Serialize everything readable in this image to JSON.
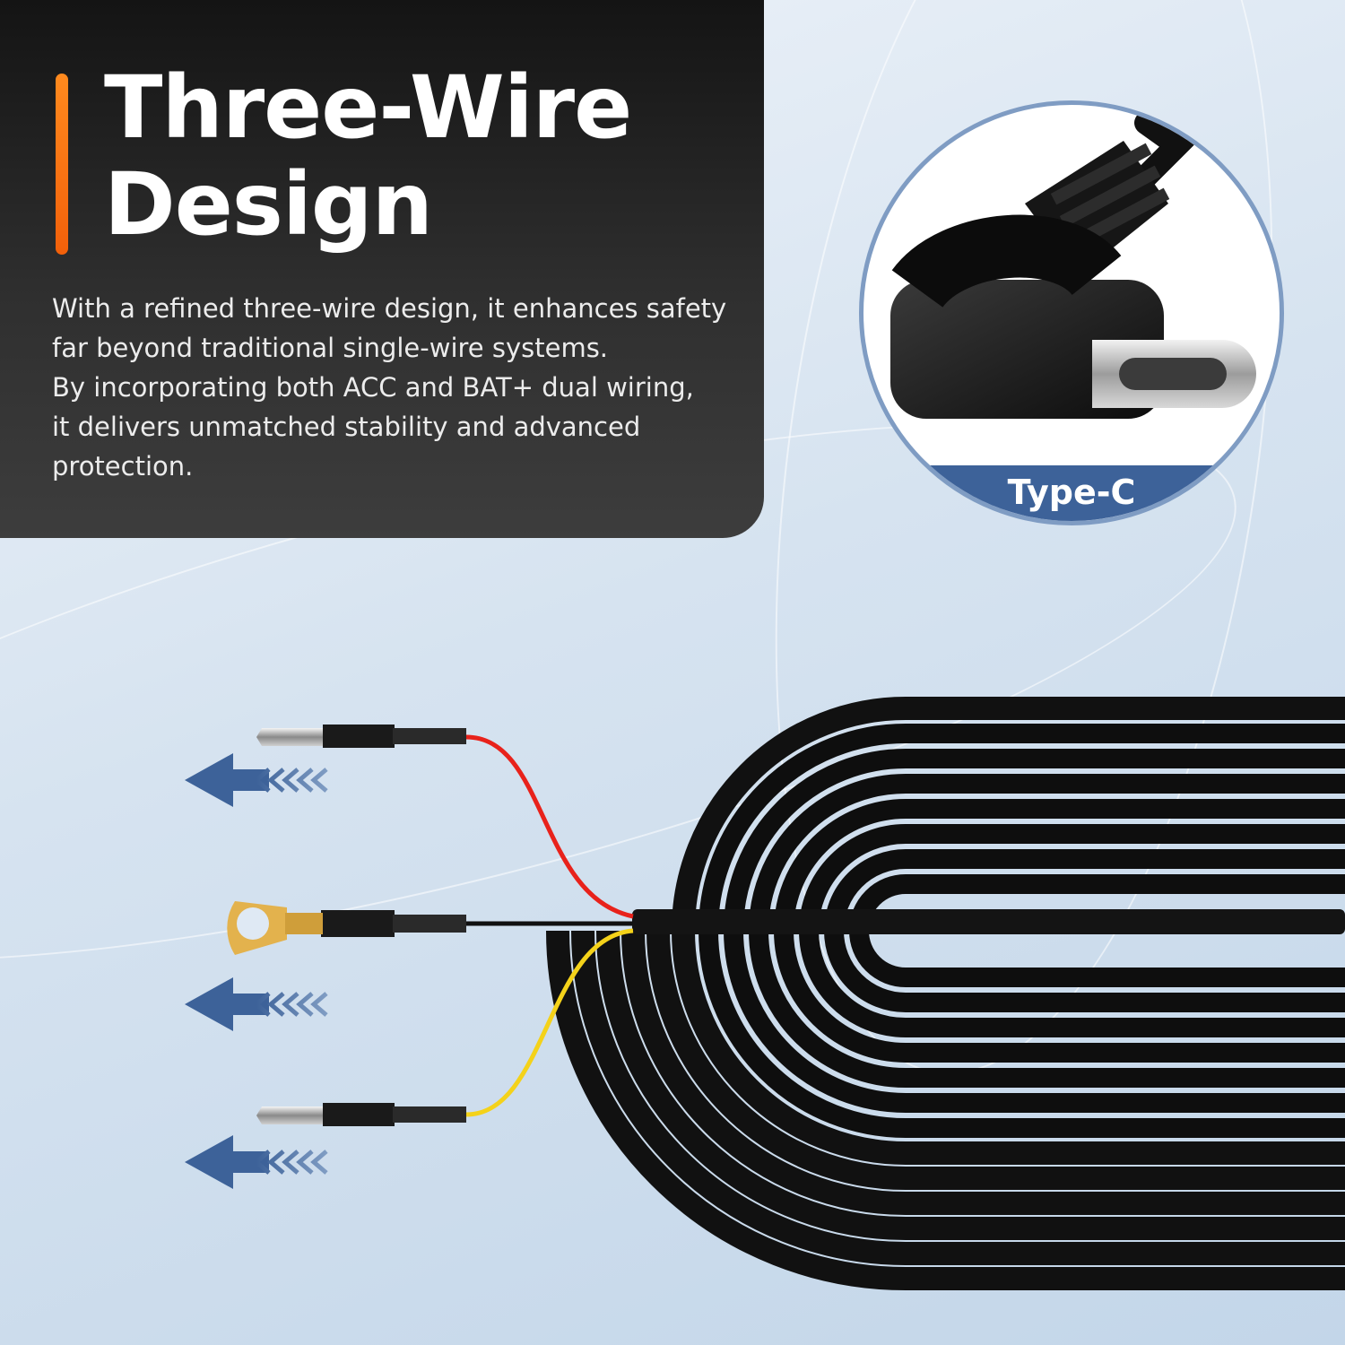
{
  "headline": {
    "line1": "Three-Wire",
    "line2": "Design"
  },
  "description": {
    "lines": [
      "With a refined three-wire design, it enhances safety",
      "far beyond traditional single-wire systems.",
      "By incorporating both ACC and BAT+ dual wiring,",
      "it delivers unmatched stability and advanced",
      "protection."
    ]
  },
  "callout": {
    "label": "Type-C"
  },
  "colors": {
    "accent": "#f2600a",
    "panel": "#2a2a2a",
    "callout_band": "#3d6299",
    "arrow": "#3d6299",
    "wire_red": "#e8221b",
    "wire_yellow": "#f4d21a",
    "wire_black": "#111111"
  },
  "icons": [
    "left-arrow-icon",
    "left-arrow-icon",
    "left-arrow-icon"
  ]
}
